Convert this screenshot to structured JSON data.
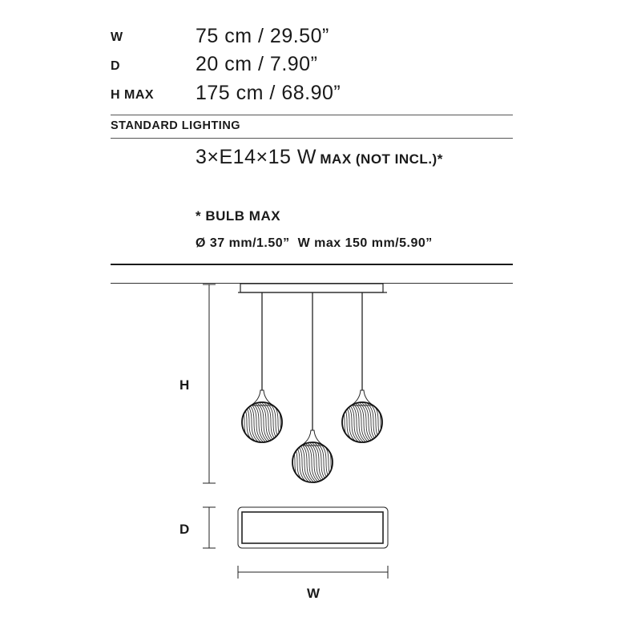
{
  "dimensions": [
    {
      "label": "W",
      "value": "75 cm / 29.50”"
    },
    {
      "label": "D",
      "value": "20 cm / 7.90”"
    },
    {
      "label": "H MAX",
      "value": "175 cm / 68.90”"
    }
  ],
  "lighting": {
    "heading": "STANDARD LIGHTING",
    "spec_main": "3×E14×15 W",
    "spec_suffix": "MAX (NOT INCL.)*"
  },
  "bulb": {
    "heading": "* BULB MAX",
    "dims": "Ø 37 mm/1.50”  W max 150 mm/5.90”"
  },
  "diagram": {
    "label_h": "H",
    "label_d": "D",
    "label_w": "W"
  }
}
